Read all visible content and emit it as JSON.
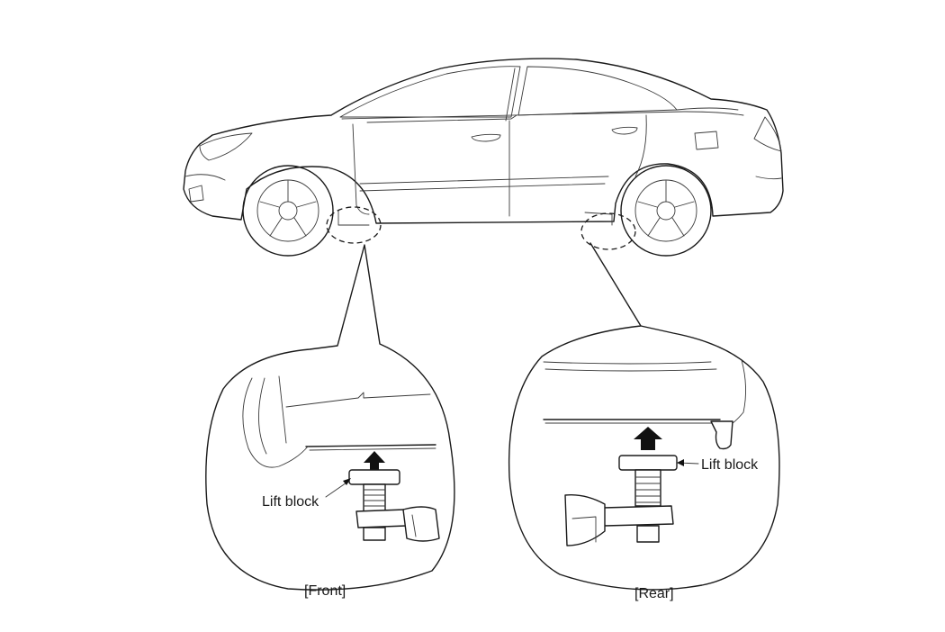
{
  "labels": {
    "front_lift_block": "Lift block",
    "rear_lift_block": "Lift block",
    "front_caption": "[Front]",
    "rear_caption": "[Rear]"
  },
  "colors": {
    "line": "#1a1a1a",
    "background": "#ffffff"
  }
}
